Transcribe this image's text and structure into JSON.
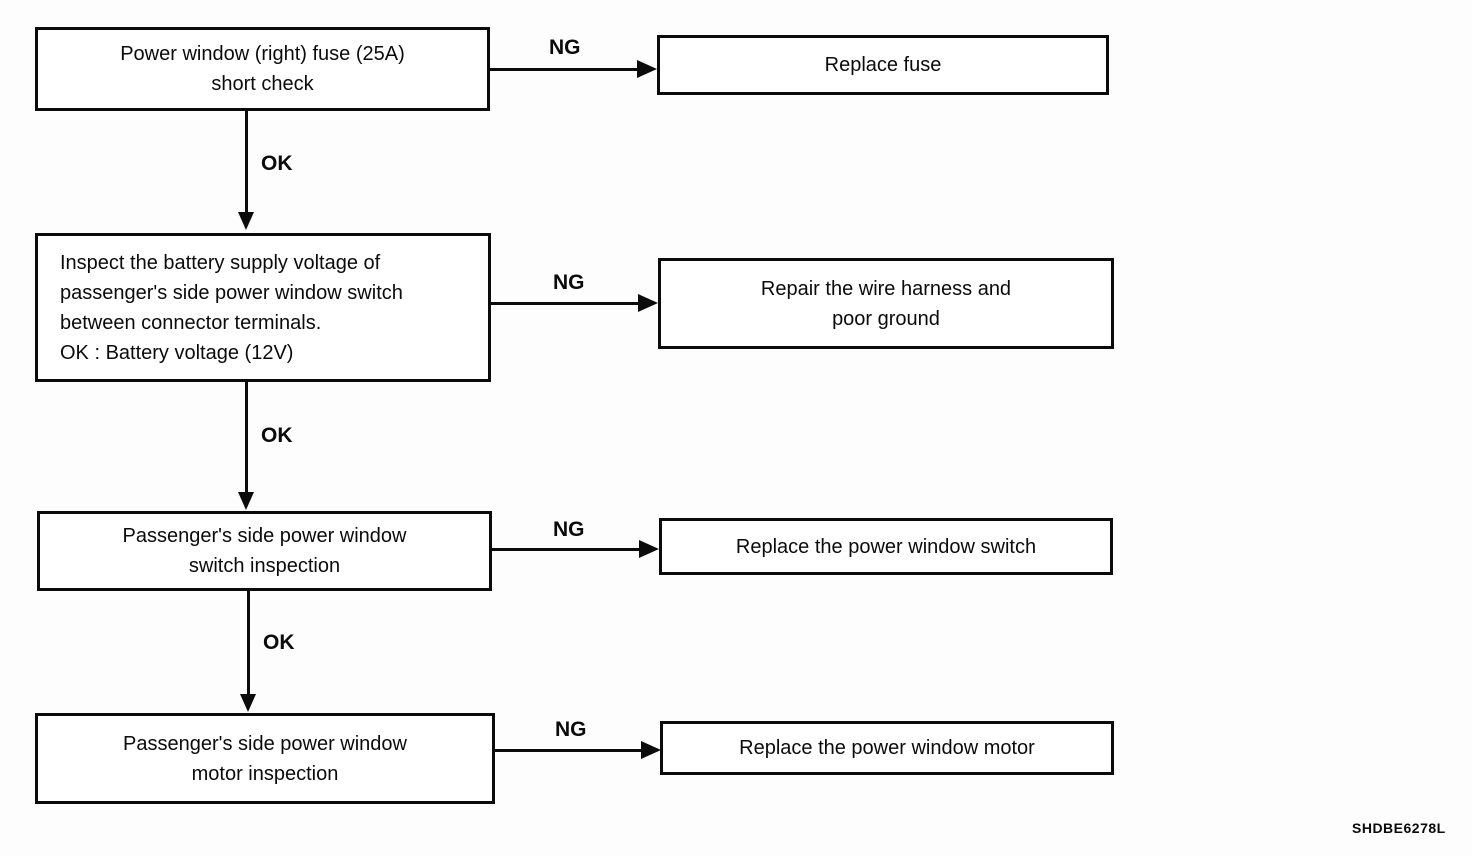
{
  "figure_code": "SHDBE6278L",
  "labels": {
    "ng": "NG",
    "ok": "OK"
  },
  "flow": [
    {
      "step": {
        "lines": [
          "Power window (right) fuse (25A)",
          "short check"
        ]
      },
      "ng_action": {
        "lines": [
          "Replace fuse"
        ]
      }
    },
    {
      "step": {
        "lines": [
          "Inspect the battery supply voltage of",
          "passenger's side power window switch",
          "between connector terminals.",
          "OK : Battery voltage (12V)"
        ]
      },
      "ng_action": {
        "lines": [
          "Repair the wire harness and",
          "poor ground"
        ]
      }
    },
    {
      "step": {
        "lines": [
          "Passenger's side power window",
          "switch inspection"
        ]
      },
      "ng_action": {
        "lines": [
          "Replace the power window switch"
        ]
      }
    },
    {
      "step": {
        "lines": [
          "Passenger's side power window",
          "motor inspection"
        ]
      },
      "ng_action": {
        "lines": [
          "Replace the power window motor"
        ]
      }
    }
  ]
}
